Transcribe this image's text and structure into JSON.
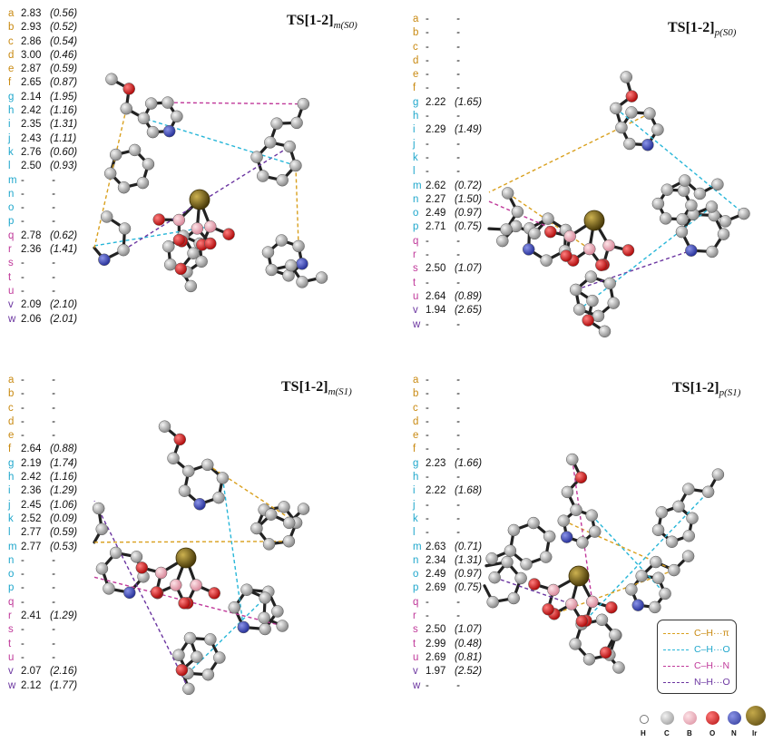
{
  "panels": [
    {
      "title_main": "TS[1-2]",
      "title_sub": "m(S0)",
      "rows": [
        {
          "l": "a",
          "v": "2.83",
          "s": "(0.56)"
        },
        {
          "l": "b",
          "v": "2.93",
          "s": "(0.52)"
        },
        {
          "l": "c",
          "v": "2.86",
          "s": "(0.54)"
        },
        {
          "l": "d",
          "v": "3.00",
          "s": "(0.46)"
        },
        {
          "l": "e",
          "v": "2.87",
          "s": "(0.59)"
        },
        {
          "l": "f",
          "v": "2.65",
          "s": "(0.87)"
        },
        {
          "l": "g",
          "v": "2.14",
          "s": "(1.95)"
        },
        {
          "l": "h",
          "v": "2.42",
          "s": "(1.16)"
        },
        {
          "l": "i",
          "v": "2.35",
          "s": "(1.31)"
        },
        {
          "l": "j",
          "v": "2.43",
          "s": "(1.11)"
        },
        {
          "l": "k",
          "v": "2.76",
          "s": "(0.60)"
        },
        {
          "l": "l",
          "v": "2.50",
          "s": "(0.93)"
        },
        {
          "l": "m",
          "v": "-",
          "s": "-"
        },
        {
          "l": "n",
          "v": "-",
          "s": "-"
        },
        {
          "l": "o",
          "v": "-",
          "s": "-"
        },
        {
          "l": "p",
          "v": "-",
          "s": "-"
        },
        {
          "l": "q",
          "v": "2.78",
          "s": "(0.62)"
        },
        {
          "l": "r",
          "v": "2.36",
          "s": "(1.41)"
        },
        {
          "l": "s",
          "v": "-",
          "s": "-"
        },
        {
          "l": "t",
          "v": "-",
          "s": "-"
        },
        {
          "l": "u",
          "v": "-",
          "s": "-"
        },
        {
          "l": "v",
          "v": "2.09",
          "s": "(2.10)"
        },
        {
          "l": "w",
          "v": "2.06",
          "s": "(2.01)"
        }
      ]
    },
    {
      "title_main": "TS[1-2]",
      "title_sub": "p(S0)",
      "rows": [
        {
          "l": "a",
          "v": "-",
          "s": "-"
        },
        {
          "l": "b",
          "v": "-",
          "s": "-"
        },
        {
          "l": "c",
          "v": "-",
          "s": "-"
        },
        {
          "l": "d",
          "v": "-",
          "s": "-"
        },
        {
          "l": "e",
          "v": "-",
          "s": "-"
        },
        {
          "l": "f",
          "v": "-",
          "s": "-"
        },
        {
          "l": "g",
          "v": "2.22",
          "s": "(1.65)"
        },
        {
          "l": "h",
          "v": "-",
          "s": "-"
        },
        {
          "l": "i",
          "v": "2.29",
          "s": "(1.49)"
        },
        {
          "l": "j",
          "v": "-",
          "s": "-"
        },
        {
          "l": "k",
          "v": "-",
          "s": "-"
        },
        {
          "l": "l",
          "v": "-",
          "s": "-"
        },
        {
          "l": "m",
          "v": "2.62",
          "s": "(0.72)"
        },
        {
          "l": "n",
          "v": "2.27",
          "s": "(1.50)"
        },
        {
          "l": "o",
          "v": "2.49",
          "s": "(0.97)"
        },
        {
          "l": "p",
          "v": "2.71",
          "s": "(0.75)"
        },
        {
          "l": "q",
          "v": "-",
          "s": "-"
        },
        {
          "l": "r",
          "v": "-",
          "s": "-"
        },
        {
          "l": "s",
          "v": "2.50",
          "s": "(1.07)"
        },
        {
          "l": "t",
          "v": "-",
          "s": "-"
        },
        {
          "l": "u",
          "v": "2.64",
          "s": "(0.89)"
        },
        {
          "l": "v",
          "v": "1.94",
          "s": "(2.65)"
        },
        {
          "l": "w",
          "v": "-",
          "s": "-"
        }
      ]
    },
    {
      "title_main": "TS[1-2]",
      "title_sub": "m(S1)",
      "rows": [
        {
          "l": "a",
          "v": "-",
          "s": "-"
        },
        {
          "l": "b",
          "v": "-",
          "s": "-"
        },
        {
          "l": "c",
          "v": "-",
          "s": "-"
        },
        {
          "l": "d",
          "v": "-",
          "s": "-"
        },
        {
          "l": "e",
          "v": "-",
          "s": "-"
        },
        {
          "l": "f",
          "v": "2.64",
          "s": "(0.88)"
        },
        {
          "l": "g",
          "v": "2.19",
          "s": "(1.74)"
        },
        {
          "l": "h",
          "v": "2.42",
          "s": "(1.16)"
        },
        {
          "l": "i",
          "v": "2.36",
          "s": "(1.29)"
        },
        {
          "l": "j",
          "v": "2.45",
          "s": "(1.06)"
        },
        {
          "l": "k",
          "v": "2.52",
          "s": "(0.09)"
        },
        {
          "l": "l",
          "v": "2.77",
          "s": "(0.59)"
        },
        {
          "l": "m",
          "v": "2.77",
          "s": "(0.53)"
        },
        {
          "l": "n",
          "v": "-",
          "s": "-"
        },
        {
          "l": "o",
          "v": "-",
          "s": "-"
        },
        {
          "l": "p",
          "v": "-",
          "s": "-"
        },
        {
          "l": "q",
          "v": "-",
          "s": "-"
        },
        {
          "l": "r",
          "v": "2.41",
          "s": "(1.29)"
        },
        {
          "l": "s",
          "v": "-",
          "s": "-"
        },
        {
          "l": "t",
          "v": "-",
          "s": "-"
        },
        {
          "l": "u",
          "v": "-",
          "s": "-"
        },
        {
          "l": "v",
          "v": "2.07",
          "s": "(2.16)"
        },
        {
          "l": "w",
          "v": "2.12",
          "s": "(1.77)"
        }
      ]
    },
    {
      "title_main": "TS[1-2]",
      "title_sub": "p(S1)",
      "rows": [
        {
          "l": "a",
          "v": "-",
          "s": "-"
        },
        {
          "l": "b",
          "v": "-",
          "s": "-"
        },
        {
          "l": "c",
          "v": "-",
          "s": "-"
        },
        {
          "l": "d",
          "v": "-",
          "s": "-"
        },
        {
          "l": "e",
          "v": "-",
          "s": "-"
        },
        {
          "l": "f",
          "v": "-",
          "s": "-"
        },
        {
          "l": "g",
          "v": "2.23",
          "s": "(1.66)"
        },
        {
          "l": "h",
          "v": "-",
          "s": "-"
        },
        {
          "l": "i",
          "v": "2.22",
          "s": "(1.68)"
        },
        {
          "l": "j",
          "v": "-",
          "s": "-"
        },
        {
          "l": "k",
          "v": "-",
          "s": "-"
        },
        {
          "l": "l",
          "v": "-",
          "s": "-"
        },
        {
          "l": "m",
          "v": "2.63",
          "s": "(0.71)"
        },
        {
          "l": "n",
          "v": "2.34",
          "s": "(1.31)"
        },
        {
          "l": "o",
          "v": "2.49",
          "s": "(0.97)"
        },
        {
          "l": "p",
          "v": "2.69",
          "s": "(0.75)"
        },
        {
          "l": "q",
          "v": "-",
          "s": "-"
        },
        {
          "l": "r",
          "v": "-",
          "s": "-"
        },
        {
          "l": "s",
          "v": "2.50",
          "s": "(1.07)"
        },
        {
          "l": "t",
          "v": "2.99",
          "s": "(0.48)"
        },
        {
          "l": "u",
          "v": "2.69",
          "s": "(0.81)"
        },
        {
          "l": "v",
          "v": "1.97",
          "s": "(2.52)"
        },
        {
          "l": "w",
          "v": "-",
          "s": "-"
        }
      ]
    }
  ],
  "legend": [
    {
      "label": "C–H···π",
      "color": "#d9a01e"
    },
    {
      "label": "C–H···O",
      "color": "#27b6d8"
    },
    {
      "label": "C–H···N",
      "color": "#c0399a"
    },
    {
      "label": "N–H···O",
      "color": "#6b35a0"
    }
  ],
  "atom_key": [
    {
      "label": "H",
      "color": "#ffffff"
    },
    {
      "label": "C",
      "color": "#bdbdbd"
    },
    {
      "label": "B",
      "color": "#f0b6bf"
    },
    {
      "label": "O",
      "color": "#d81c1c"
    },
    {
      "label": "N",
      "color": "#3d49b0"
    },
    {
      "label": "Ir",
      "color": "#7a6418"
    }
  ],
  "label_colors": {
    "a": "#c98a12",
    "b": "#c98a12",
    "c": "#c98a12",
    "d": "#c98a12",
    "e": "#c98a12",
    "f": "#c98a12",
    "g": "#1fa7cc",
    "h": "#1fa7cc",
    "i": "#1fa7cc",
    "j": "#1fa7cc",
    "k": "#1fa7cc",
    "l": "#1fa7cc",
    "m": "#1fa7cc",
    "n": "#1fa7cc",
    "o": "#1fa7cc",
    "p": "#1fa7cc",
    "q": "#c0399a",
    "r": "#c0399a",
    "s": "#c0399a",
    "t": "#c0399a",
    "u": "#c0399a",
    "v": "#6b35a0",
    "w": "#6b35a0"
  }
}
